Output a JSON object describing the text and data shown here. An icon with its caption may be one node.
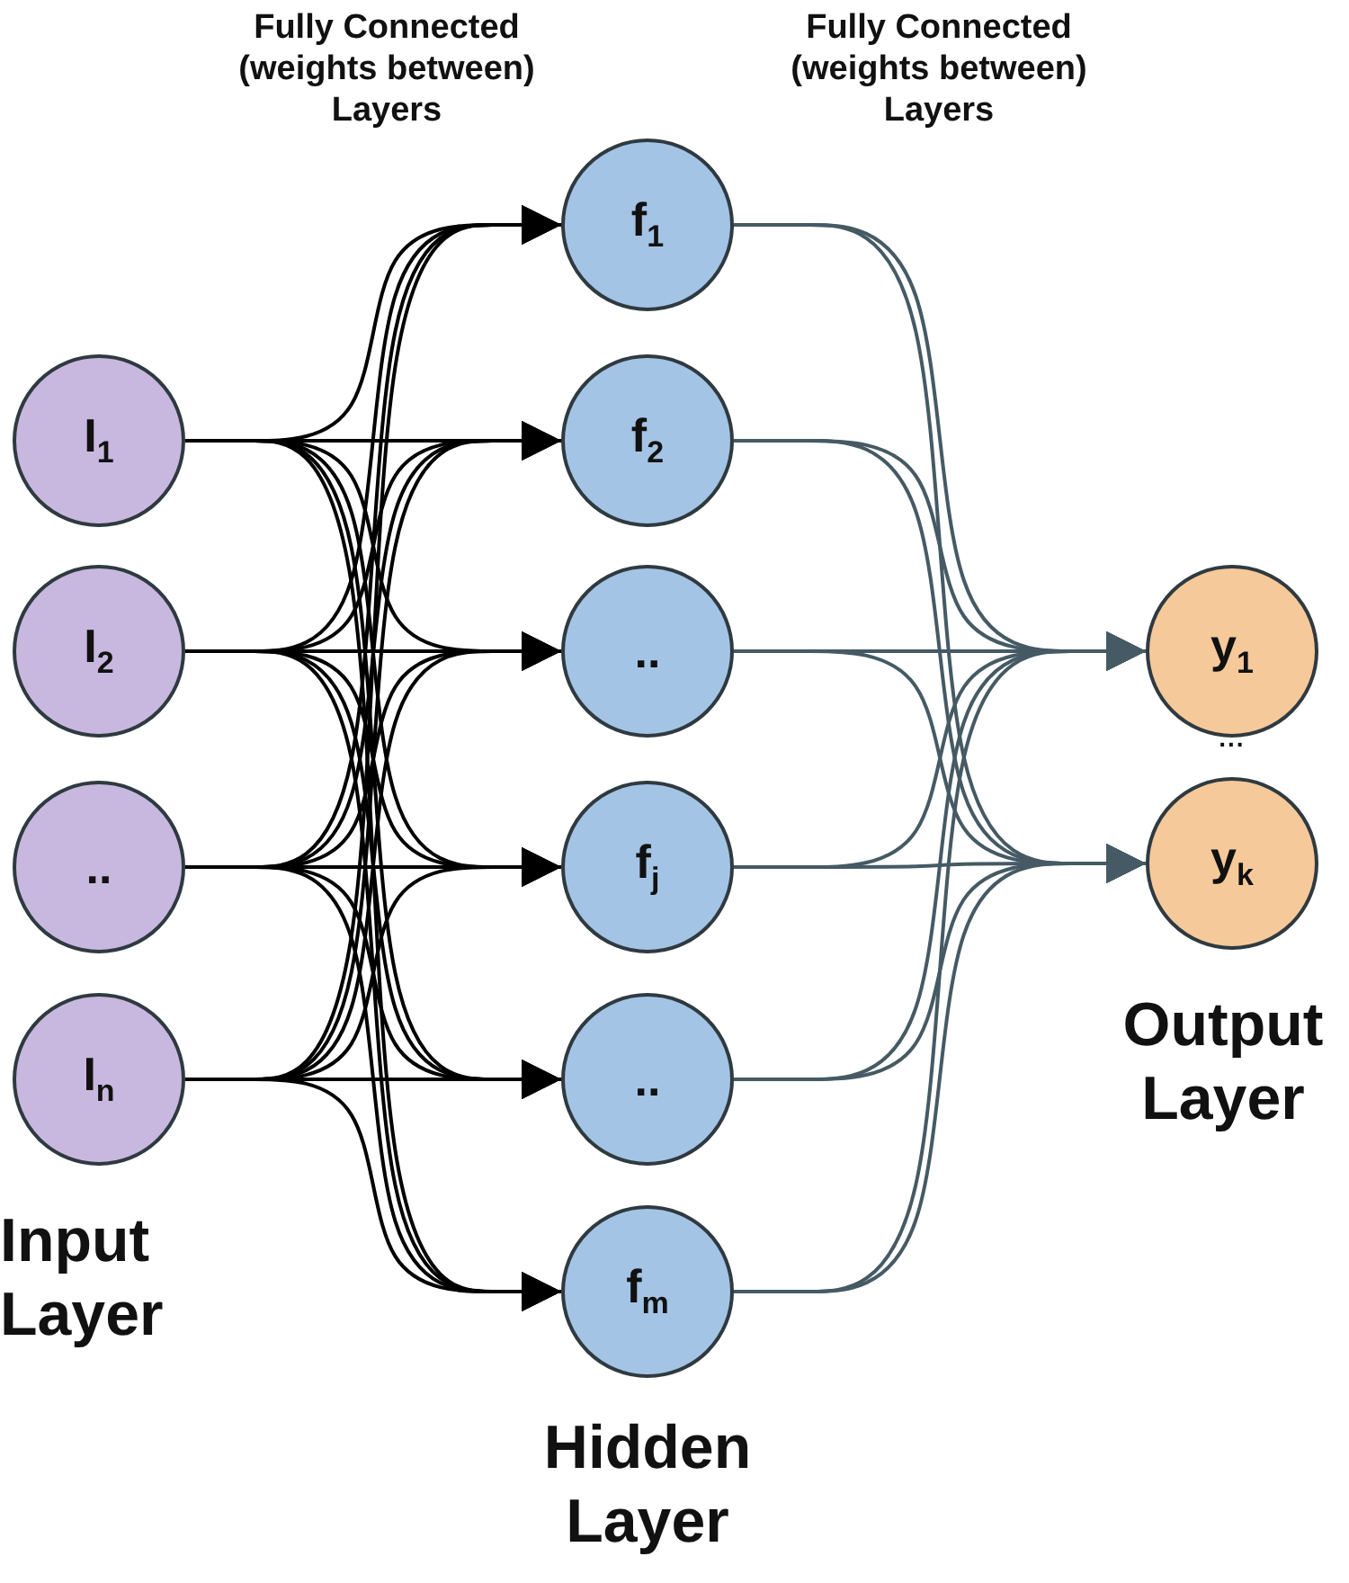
{
  "diagram": {
    "nodes": [
      {
        "text": [
          "I$_{1}$"
        ]
      },
      {
        "text": [
          "I$_{2}$"
        ]
      },
      {
        "text": [
          ".."
        ]
      },
      {
        "text": [
          "I$_{n}$"
        ]
      },
      {
        "text": [
          "f$_{1}$"
        ]
      },
      {
        "text": [
          "f$_{2}$"
        ]
      },
      {
        "text": [
          ".."
        ]
      },
      {
        "text": [
          "f$_{j}$"
        ]
      },
      {
        "text": [
          ".."
        ]
      },
      {
        "text": [
          "f$_{m}$"
        ]
      },
      {
        "text": [
          "y$_{1}$"
        ]
      },
      {
        "text": [
          "y$_{k}$"
        ]
      }
    ],
    "edges": [
      {
        "from": 0,
        "to": 4,
        "arrow": "to"
      },
      {
        "from": 0,
        "to": 5,
        "arrow": "to"
      },
      {
        "from": 0,
        "to": 6,
        "arrow": "to"
      },
      {
        "from": 0,
        "to": 7,
        "arrow": "to"
      },
      {
        "from": 0,
        "to": 8,
        "arrow": "to"
      },
      {
        "from": 0,
        "to": 9,
        "arrow": "to"
      },
      {
        "from": 1,
        "to": 4,
        "arrow": "to"
      },
      {
        "from": 1,
        "to": 5,
        "arrow": "to"
      },
      {
        "from": 1,
        "to": 6,
        "arrow": "to"
      },
      {
        "from": 1,
        "to": 7,
        "arrow": "to"
      },
      {
        "from": 1,
        "to": 8,
        "arrow": "to"
      },
      {
        "from": 1,
        "to": 9,
        "arrow": "to"
      },
      {
        "from": 2,
        "to": 4,
        "arrow": "to"
      },
      {
        "from": 2,
        "to": 5,
        "arrow": "to"
      },
      {
        "from": 2,
        "to": 6,
        "arrow": "to"
      },
      {
        "from": 2,
        "to": 7,
        "arrow": "to"
      },
      {
        "from": 2,
        "to": 8,
        "arrow": "to"
      },
      {
        "from": 2,
        "to": 9,
        "arrow": "to"
      },
      {
        "from": 3,
        "to": 4,
        "arrow": "to"
      },
      {
        "from": 3,
        "to": 5,
        "arrow": "to"
      },
      {
        "from": 3,
        "to": 6,
        "arrow": "to"
      },
      {
        "from": 3,
        "to": 7,
        "arrow": "to"
      },
      {
        "from": 3,
        "to": 8,
        "arrow": "to"
      },
      {
        "from": 3,
        "to": 9,
        "arrow": "to"
      },
      {
        "from": 4,
        "to": 10,
        "arrow": "to",
        "color": "#455a64"
      },
      {
        "from": 4,
        "to": 11,
        "arrow": "to",
        "color": "#455a64"
      },
      {
        "from": 5,
        "to": 10,
        "arrow": "to",
        "color": "#455a64"
      },
      {
        "from": 5,
        "to": 11,
        "arrow": "to",
        "color": "#455a64"
      },
      {
        "from": 6,
        "to": 10,
        "arrow": "to",
        "color": "#455a64"
      },
      {
        "from": 6,
        "to": 11,
        "arrow": "to",
        "color": "#455a64"
      },
      {
        "from": 7,
        "to": 10,
        "arrow": "to",
        "color": "#455a64"
      },
      {
        "from": 7,
        "to": 11,
        "arrow": "to",
        "color": "#455a64"
      },
      {
        "from": 8,
        "to": 10,
        "arrow": "to",
        "color": "#455a64"
      },
      {
        "from": 8,
        "to": 11,
        "arrow": "to",
        "color": "#455a64"
      },
      {
        "from": 9,
        "to": 10,
        "arrow": "to",
        "color": "#455a64"
      },
      {
        "from": 9,
        "to": 11,
        "arrow": "to",
        "color": "#455a64"
      }
    ],
    "labels": [
      "Fully Connected (weights between) Layers",
      "Fully Connected (weights between) Layers",
      "Input Layer",
      "Hidden Layer",
      "Output Layer",
      "..."
    ]
  }
}
